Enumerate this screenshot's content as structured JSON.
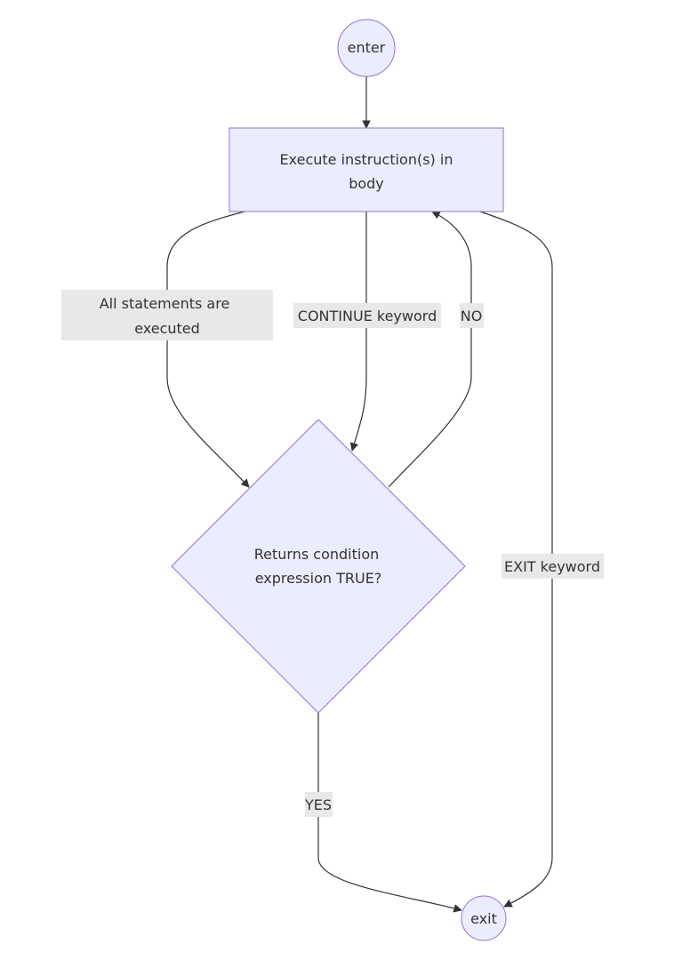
{
  "nodes": {
    "enter": {
      "label": "enter"
    },
    "body": {
      "label_lines": [
        "Execute instruction(s) in",
        "body"
      ]
    },
    "condition": {
      "label_lines": [
        "Returns condition",
        "expression TRUE?"
      ]
    },
    "exit": {
      "label": "exit"
    }
  },
  "edges": {
    "all_statements": {
      "label_lines": [
        "All statements are",
        "executed"
      ]
    },
    "continue": {
      "label": "CONTINUE keyword"
    },
    "no": {
      "label": "NO"
    },
    "exit_keyword": {
      "label": "EXIT keyword"
    },
    "yes": {
      "label": "YES"
    }
  },
  "colors": {
    "node_fill": "#ECECFF",
    "node_stroke": "#9370DB",
    "edge": "#333333",
    "label_bg": "#e8e8e8"
  }
}
